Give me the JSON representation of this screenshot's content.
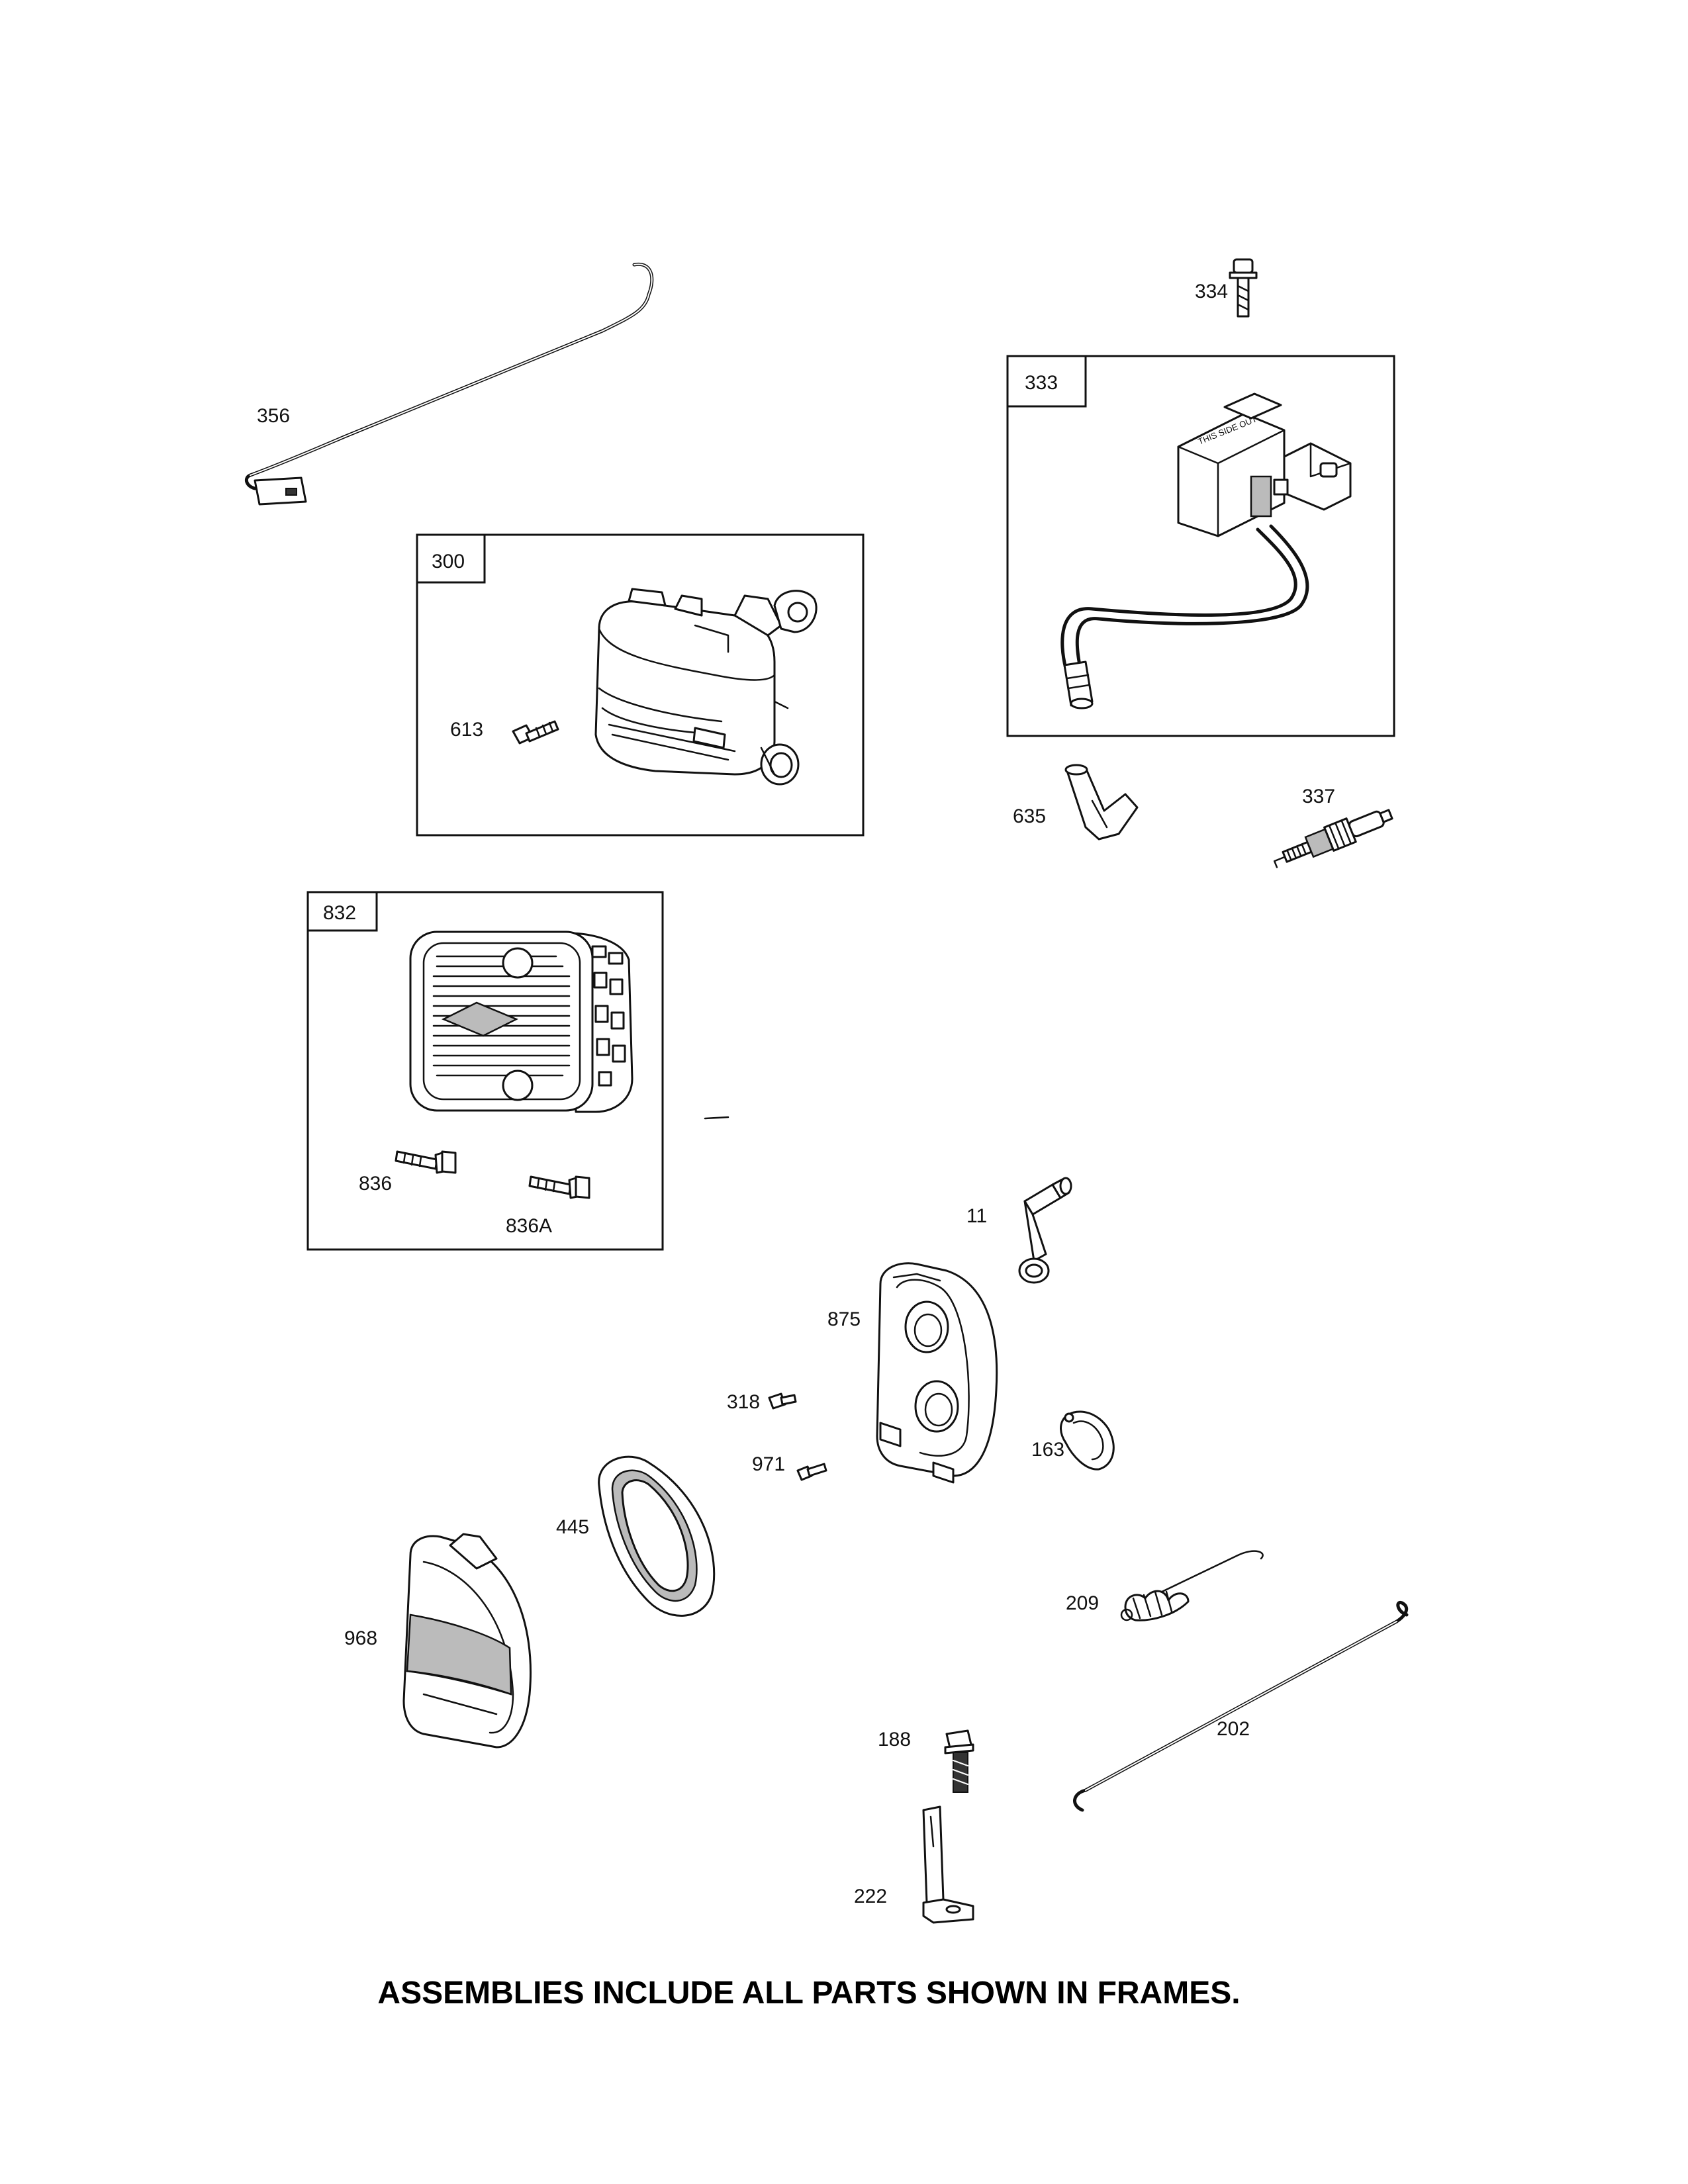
{
  "frames": [
    {
      "id": "300",
      "label": "300"
    },
    {
      "id": "333",
      "label": "333"
    },
    {
      "id": "832",
      "label": "832"
    }
  ],
  "callouts": {
    "356": "356",
    "334": "334",
    "613": "613",
    "635": "635",
    "337": "337",
    "836": "836",
    "836A": "836A",
    "11": "11",
    "875": "875",
    "318": "318",
    "971": "971",
    "163": "163",
    "445": "445",
    "968": "968",
    "209": "209",
    "188": "188",
    "202": "202",
    "222": "222"
  },
  "coil_marking": "THIS SIDE OUT",
  "footer_note": "ASSEMBLIES INCLUDE ALL PARTS SHOWN IN FRAMES."
}
